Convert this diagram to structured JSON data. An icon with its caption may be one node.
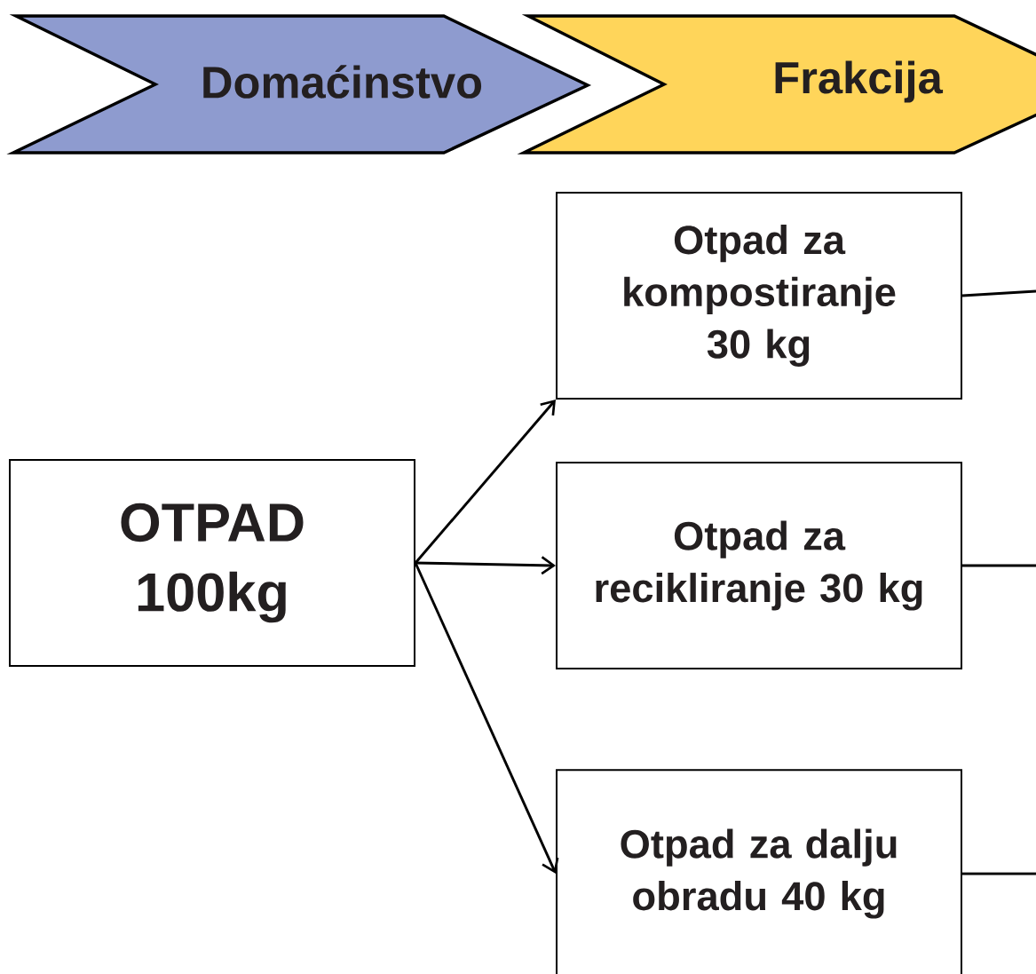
{
  "diagram": {
    "nodes": [
      {
        "text": [
          "Domaćinstvo"
        ]
      },
      {
        "text": [
          "Frakcija"
        ]
      },
      {
        "text": [
          "OTPAD 100kg"
        ]
      },
      {
        "text": [
          "Otpad za kompostiranje 30 kg"
        ]
      },
      {
        "text": [
          "Otpad za recikliranje 30 kg"
        ]
      },
      {
        "text": [
          "Otpad za dalju obradu 40 kg"
        ]
      }
    ],
    "edges": [
      {
        "from": 2,
        "to": 3,
        "arrow": "to"
      },
      {
        "from": 2,
        "to": 4,
        "arrow": "to"
      },
      {
        "from": 2,
        "to": 5,
        "arrow": "to"
      },
      {
        "from": 3,
        "to": null,
        "arrow": "none"
      },
      {
        "from": 4,
        "to": null,
        "arrow": "none"
      },
      {
        "from": 5,
        "to": null,
        "arrow": "none"
      }
    ]
  }
}
